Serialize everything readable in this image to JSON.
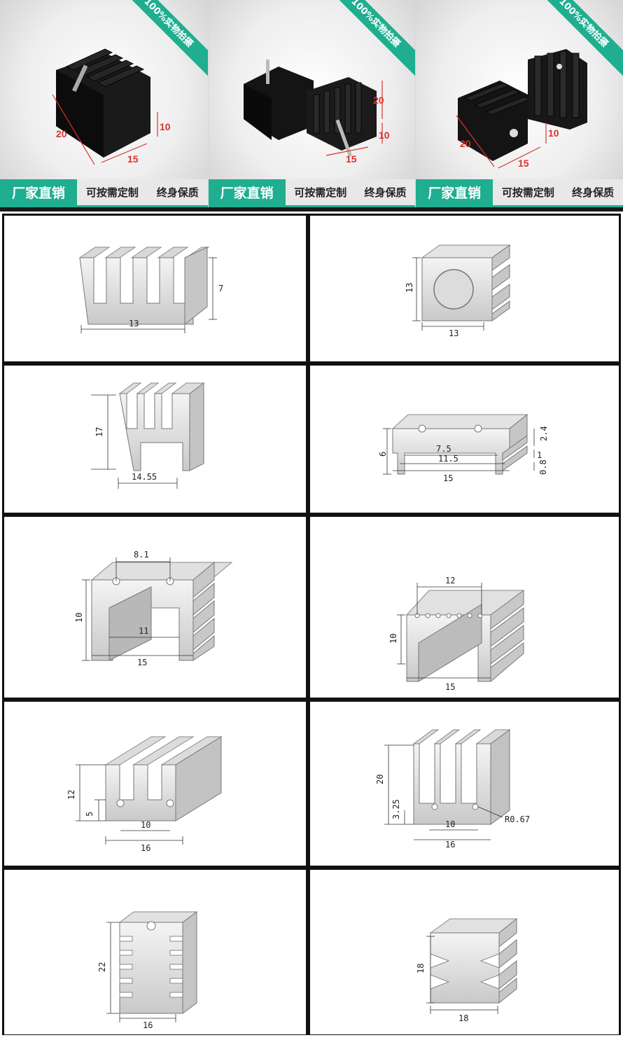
{
  "photos": [
    {
      "ribbon": "100%实物拍摄",
      "dims": [
        "20",
        "10",
        "15"
      ],
      "banner": {
        "brand": "厂家直销",
        "tag1": "可按需定制",
        "tag2": "终身保质"
      }
    },
    {
      "ribbon": "100%实物拍摄",
      "dims": [
        "20",
        "10",
        "15"
      ],
      "banner": {
        "brand": "厂家直销",
        "tag1": "可按需定制",
        "tag2": "终身保质"
      }
    },
    {
      "ribbon": "100%实物拍摄",
      "dims": [
        "20",
        "10",
        "15"
      ],
      "banner": {
        "brand": "厂家直销",
        "tag1": "可按需定制",
        "tag2": "终身保质"
      }
    }
  ],
  "diagrams": [
    {
      "dims": [
        "13",
        "7"
      ]
    },
    {
      "dims": [
        "13",
        "13"
      ]
    },
    {
      "dims": [
        "17",
        "14.55"
      ]
    },
    {
      "dims": [
        "6",
        "7.5",
        "11.5",
        "15",
        "2.4",
        "1",
        "0.8"
      ]
    },
    {
      "dims": [
        "8.1",
        "10",
        "11",
        "15"
      ]
    },
    {
      "dims": [
        "12",
        "10",
        "15"
      ]
    },
    {
      "dims": [
        "12",
        "5",
        "10",
        "16"
      ]
    },
    {
      "dims": [
        "20",
        "3.25",
        "10",
        "16",
        "R0.67"
      ]
    },
    {
      "dims": [
        "22",
        "16"
      ]
    },
    {
      "dims": [
        "18",
        "18"
      ]
    }
  ],
  "colors": {
    "accent": "#1fae8f",
    "metal_light": "#e6e6e6",
    "metal_dark": "#b9b9b9",
    "photo_black": "#141414",
    "dim_red": "#d8332c"
  }
}
